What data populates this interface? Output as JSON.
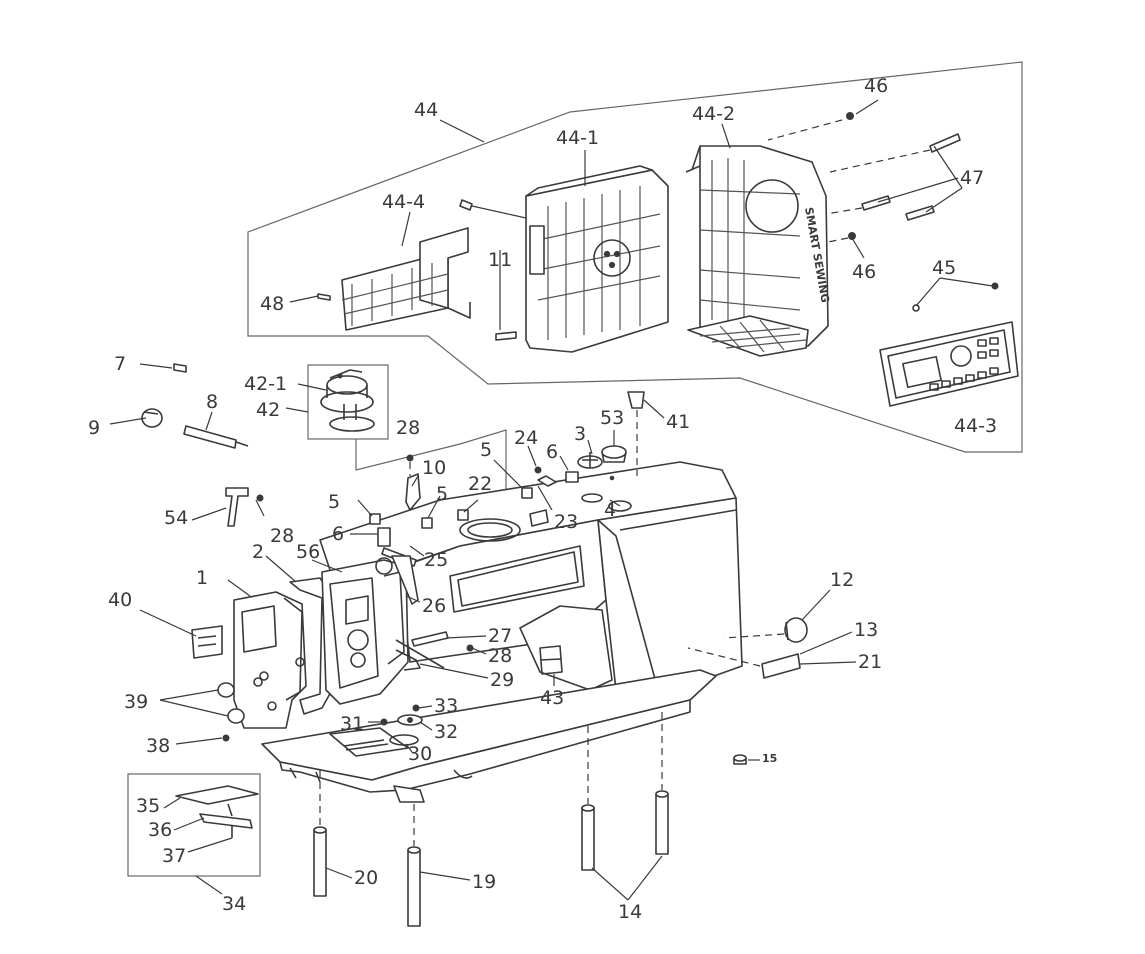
{
  "labels": {
    "l44": "44",
    "l44_1": "44-1",
    "l44_2": "44-2",
    "l44_3": "44-3",
    "l44_4": "44-4",
    "l46a": "46",
    "l46b": "46",
    "l47": "47",
    "l45": "45",
    "l11": "11",
    "l48": "48",
    "l7": "7",
    "l8": "8",
    "l9": "9",
    "l42_1": "42-1",
    "l42": "42",
    "l41": "41",
    "l53": "53",
    "l3": "3",
    "l24": "24",
    "l5a": "5",
    "l5b": "5",
    "l5c": "5",
    "l6a": "6",
    "l6b": "6",
    "l4": "4",
    "l28a": "28",
    "l28b": "28",
    "l28c": "28",
    "l10": "10",
    "l22": "22",
    "l23": "23",
    "l25": "25",
    "l54": "54",
    "l1": "1",
    "l2": "2",
    "l56": "56",
    "l26": "26",
    "l27": "27",
    "l29": "29",
    "l40": "40",
    "l39": "39",
    "l38": "38",
    "l31": "31",
    "l33": "33",
    "l32": "32",
    "l30": "30",
    "l43": "43",
    "l12": "12",
    "l13": "13",
    "l21": "21",
    "l15": "15",
    "l35": "35",
    "l36": "36",
    "l37": "37",
    "l34": "34",
    "l20": "20",
    "l19": "19",
    "l14": "14"
  },
  "cover_text": "SMART SEWING",
  "colors": {
    "line": "#3a3a3a",
    "background": "#ffffff"
  }
}
